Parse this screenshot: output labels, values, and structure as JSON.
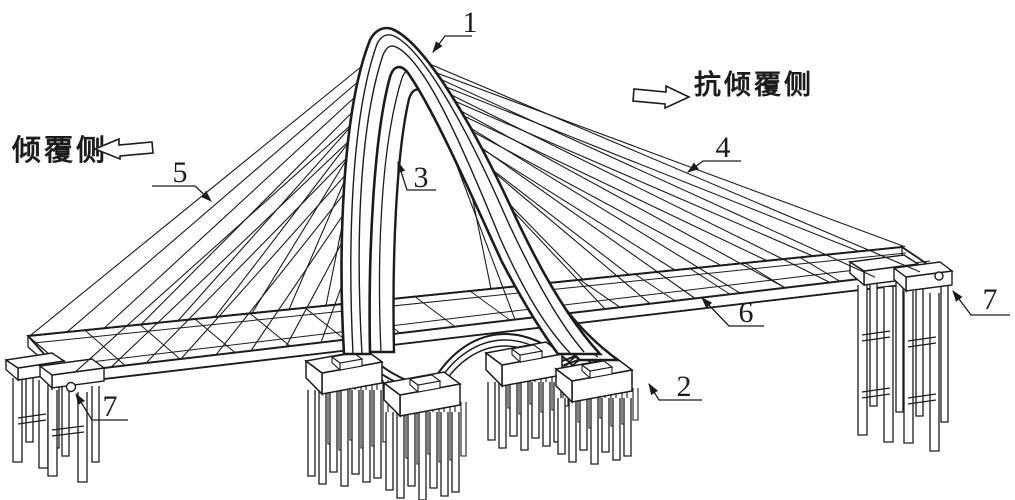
{
  "colors": {
    "ink": "#1c1c1c",
    "paper": "#ffffff"
  },
  "callouts": {
    "c1": "1",
    "c2": "2",
    "c3": "3",
    "c4": "4",
    "c5": "5",
    "c6": "6",
    "c7_left": "7",
    "c7_right": "7"
  },
  "side_labels": {
    "overturning": "倾覆侧",
    "anti_overturning": "抗倾覆侧"
  }
}
